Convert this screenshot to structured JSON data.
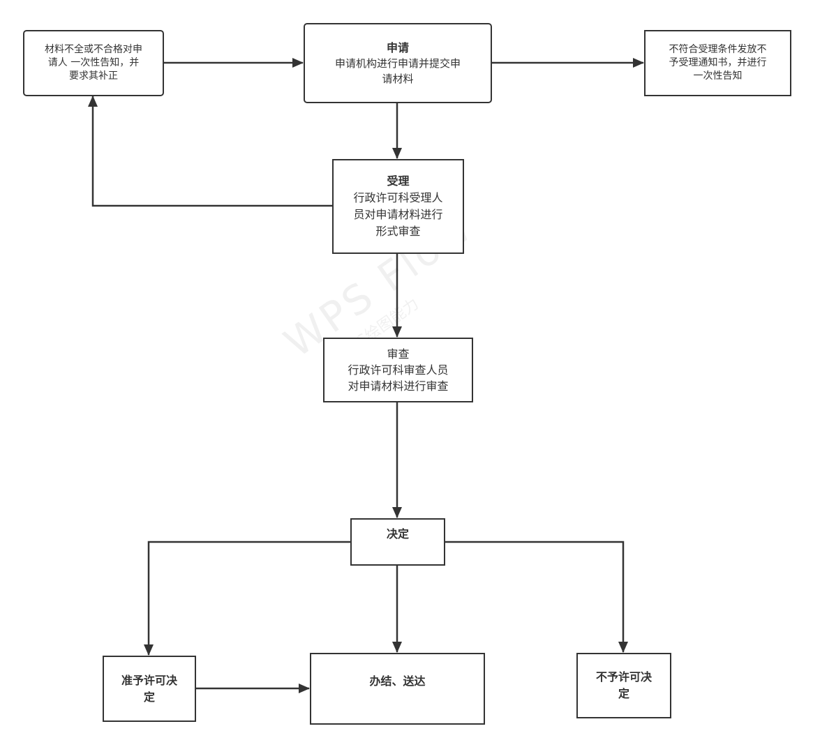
{
  "diagram": {
    "type": "flowchart",
    "nodes": [
      {
        "id": "supplement",
        "title": "",
        "body": "材料不全或不合格对申\n请人 一次性告知，并\n要求其补正"
      },
      {
        "id": "apply",
        "title": "申请",
        "body": "申请机构进行申请并提交申\n请材料"
      },
      {
        "id": "reject-accept",
        "title": "",
        "body": "不符合受理条件发放不\n予受理通知书，并进行\n一次性告知"
      },
      {
        "id": "accept",
        "title": "受理",
        "body": "行政许可科受理人\n员对申请材料进行\n形式审查"
      },
      {
        "id": "review",
        "title": "",
        "body": "审查\n行政许可科审查人员\n对申请材料进行审查"
      },
      {
        "id": "decide",
        "title": "",
        "body": "决定"
      },
      {
        "id": "grant",
        "title": "",
        "body": "准予许可决\n定"
      },
      {
        "id": "deliver",
        "title": "",
        "body": "办结、送达"
      },
      {
        "id": "deny",
        "title": "",
        "body": "不予许可决\n定"
      }
    ],
    "edges": [
      {
        "from": "supplement",
        "to": "apply"
      },
      {
        "from": "apply",
        "to": "reject-accept"
      },
      {
        "from": "apply",
        "to": "accept"
      },
      {
        "from": "accept",
        "to": "supplement"
      },
      {
        "from": "accept",
        "to": "review"
      },
      {
        "from": "review",
        "to": "decide"
      },
      {
        "from": "decide",
        "to": "grant"
      },
      {
        "from": "decide",
        "to": "deliver"
      },
      {
        "from": "decide",
        "to": "deny"
      },
      {
        "from": "grant",
        "to": "deliver"
      }
    ],
    "colors": {
      "stroke": "#333333",
      "text": "#333333",
      "background": "#ffffff"
    }
  },
  "watermark": {
    "main": "WPS Flow",
    "sub": "WPS绘图能力"
  }
}
